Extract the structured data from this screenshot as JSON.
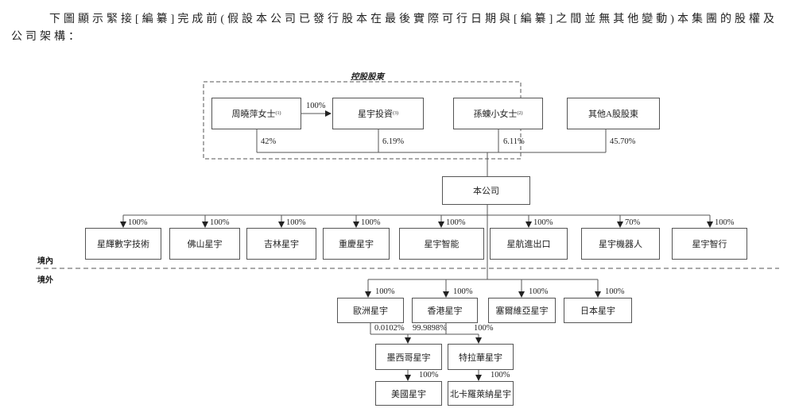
{
  "intro": {
    "line1": "下圖顯示緊接[編纂]完成前(假設本公司已發行股本在最後實際可行日期與[編纂]之間並無其他變動)本集團的股權及",
    "line2": "公司架構："
  },
  "controlling_group_label": "控股股東",
  "shareholders": [
    {
      "name": "周曉萍女士",
      "note": "(1)",
      "pct": "42%"
    },
    {
      "name": "星宇投資",
      "note": "(3)",
      "pct": "6.19%"
    },
    {
      "name": "孫蝀小女士",
      "note": "(2)",
      "pct": "6.11%"
    },
    {
      "name": "其他A股股東",
      "note": "",
      "pct": "45.70%"
    }
  ],
  "zhou_to_xingyu_pct": "100%",
  "company": "本公司",
  "domestic_label": "境內",
  "overseas_label": "境外",
  "domestic_subs": [
    {
      "name": "星輝數字技術",
      "pct": "100%"
    },
    {
      "name": "佛山星宇",
      "pct": "100%"
    },
    {
      "name": "吉林星宇",
      "pct": "100%"
    },
    {
      "name": "重慶星宇",
      "pct": "100%"
    },
    {
      "name": "星宇智能",
      "pct": "100%"
    },
    {
      "name": "星航進出口",
      "pct": "100%"
    },
    {
      "name": "星宇機器人",
      "pct": "70%"
    },
    {
      "name": "星宇智行",
      "pct": "100%"
    }
  ],
  "overseas_subs": [
    {
      "name": "歐洲星宇",
      "pct": "100%"
    },
    {
      "name": "香港星宇",
      "pct": "100%"
    },
    {
      "name": "塞爾維亞星宇",
      "pct": "100%"
    },
    {
      "name": "日本星宇",
      "pct": "100%"
    }
  ],
  "mexico": {
    "name": "墨西哥星宇",
    "pct_europe": "0.0102%",
    "pct_hk": "99.9898%"
  },
  "delaware": {
    "name": "特拉華星宇",
    "pct": "100%"
  },
  "usa": {
    "name": "美國星宇",
    "pct": "100%"
  },
  "north_carolina": {
    "name": "北卡羅萊納星宇",
    "pct": "100%"
  }
}
